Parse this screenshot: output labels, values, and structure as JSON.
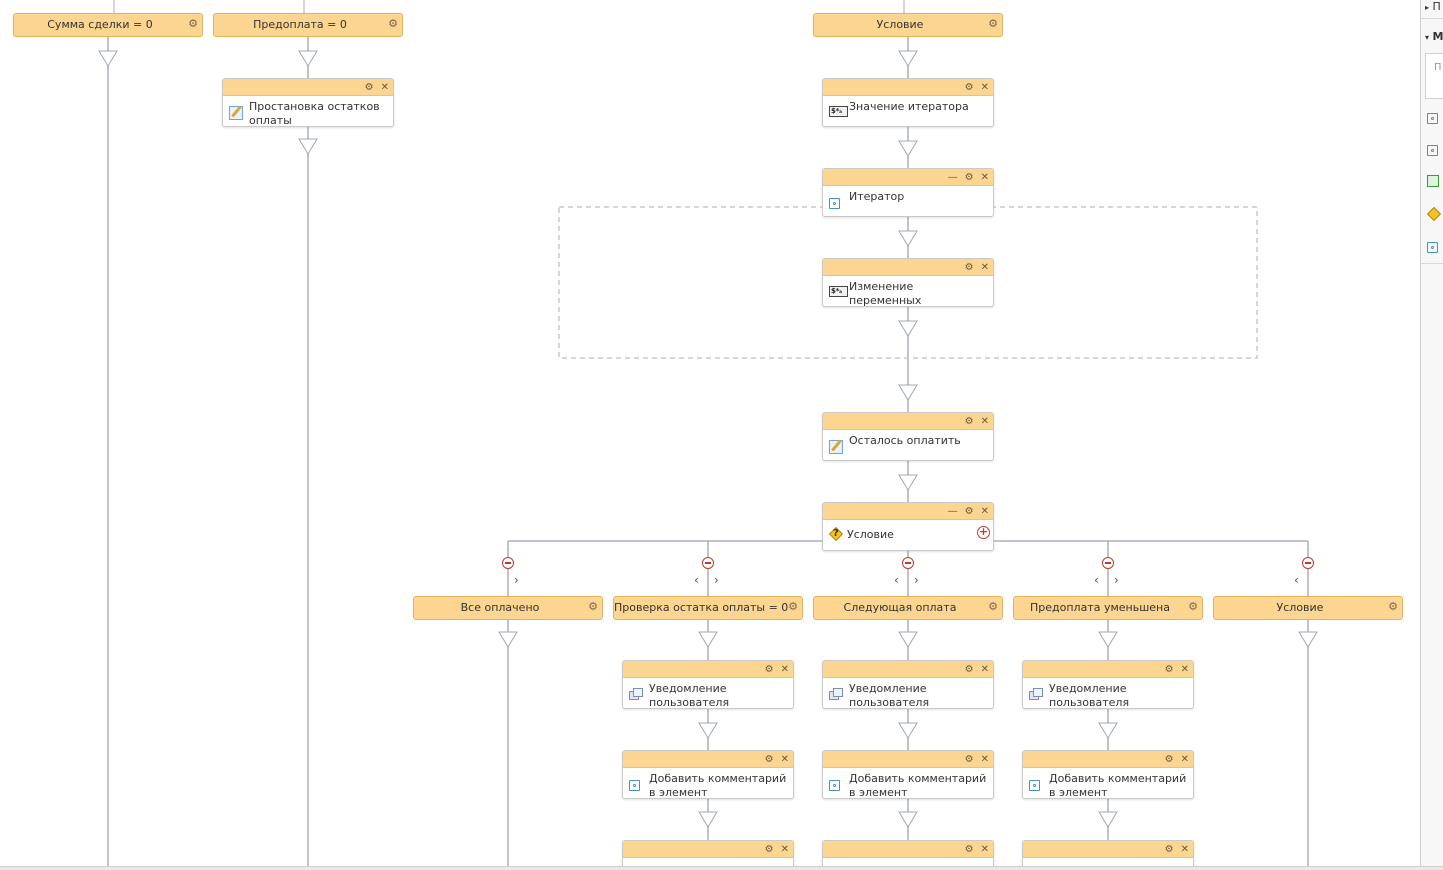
{
  "top_bars": [
    {
      "id": "deal-sum",
      "label": "Сумма сделки = 0"
    },
    {
      "id": "prepay",
      "label": "Предоплата = 0"
    },
    {
      "id": "top-condition",
      "label": "Условие"
    }
  ],
  "activities": {
    "remainders": "Простановка остатков оплаты",
    "iterator_value": "Значение итератора",
    "iterator": "Итератор",
    "change_vars": "Изменение переменных",
    "left_to_pay": "Осталось оплатить",
    "condition": "Условие"
  },
  "branches": [
    {
      "label": "Все оплачено"
    },
    {
      "label": "Проверка остатка оплаты = 0"
    },
    {
      "label": "Следующая оплата"
    },
    {
      "label": "Предоплата уменьшена"
    },
    {
      "label": "Условие"
    }
  ],
  "branch_activities": {
    "notify": "Уведомление пользователя",
    "add_comment": "Добавить комментарий в элемент"
  },
  "glyphs": {
    "gear": "⚙",
    "close": "✕",
    "minimize": "—",
    "plus": "+",
    "chev_left": "‹",
    "chev_right": "›",
    "var_icon": "$*ₐ"
  },
  "right_panel": {
    "row1": "П",
    "row2": "М",
    "row3": "П"
  },
  "colors": {
    "node_fill": "#fcd591",
    "node_border": "#e3b35d",
    "connector": "#a8b0b8",
    "loop_border": "#c8c8c8",
    "remove_red": "#c0392b"
  }
}
